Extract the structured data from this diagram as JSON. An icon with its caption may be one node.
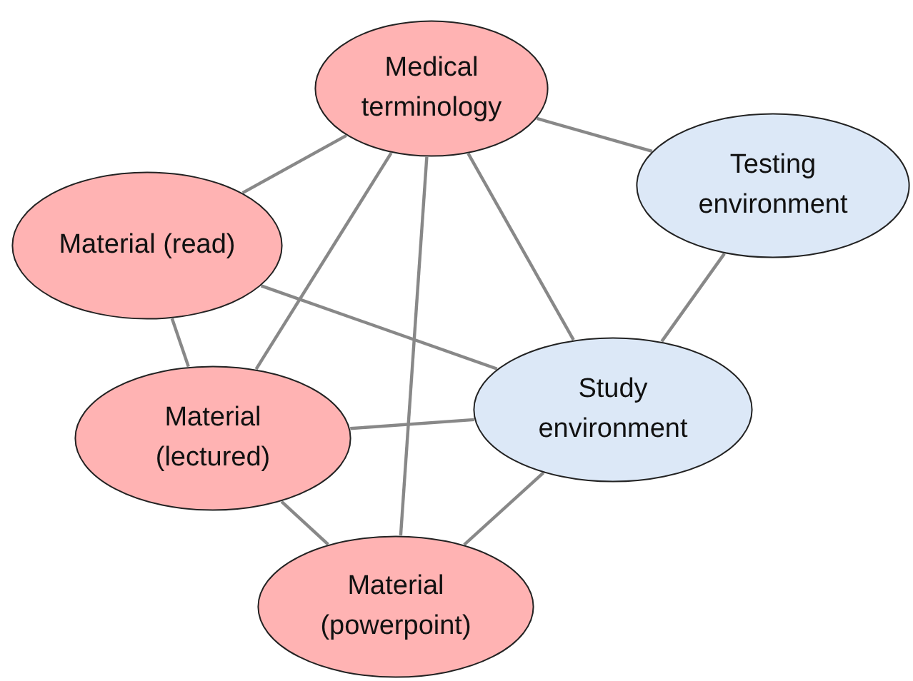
{
  "diagram": {
    "nodes": [
      {
        "text": [
          "Medical terminology"
        ]
      },
      {
        "text": [
          "Testing environment"
        ]
      },
      {
        "text": [
          "Material (read)"
        ]
      },
      {
        "text": [
          "Study environment"
        ]
      },
      {
        "text": [
          "Material (lectured)"
        ]
      },
      {
        "text": [
          "Material (powerpoint)"
        ]
      }
    ],
    "edges": [
      {
        "from": 0,
        "to": 2,
        "arrow": "none"
      },
      {
        "from": 0,
        "to": 1,
        "arrow": "none"
      },
      {
        "from": 0,
        "to": 4,
        "arrow": "none"
      },
      {
        "from": 0,
        "to": 5,
        "arrow": "none"
      },
      {
        "from": 0,
        "to": 3,
        "arrow": "none"
      },
      {
        "from": 1,
        "to": 3,
        "arrow": "none"
      },
      {
        "from": 2,
        "to": 4,
        "arrow": "none"
      },
      {
        "from": 2,
        "to": 3,
        "arrow": "none"
      },
      {
        "from": 4,
        "to": 3,
        "arrow": "none"
      },
      {
        "from": 4,
        "to": 5,
        "arrow": "none"
      },
      {
        "from": 3,
        "to": 5,
        "arrow": "none"
      }
    ]
  }
}
